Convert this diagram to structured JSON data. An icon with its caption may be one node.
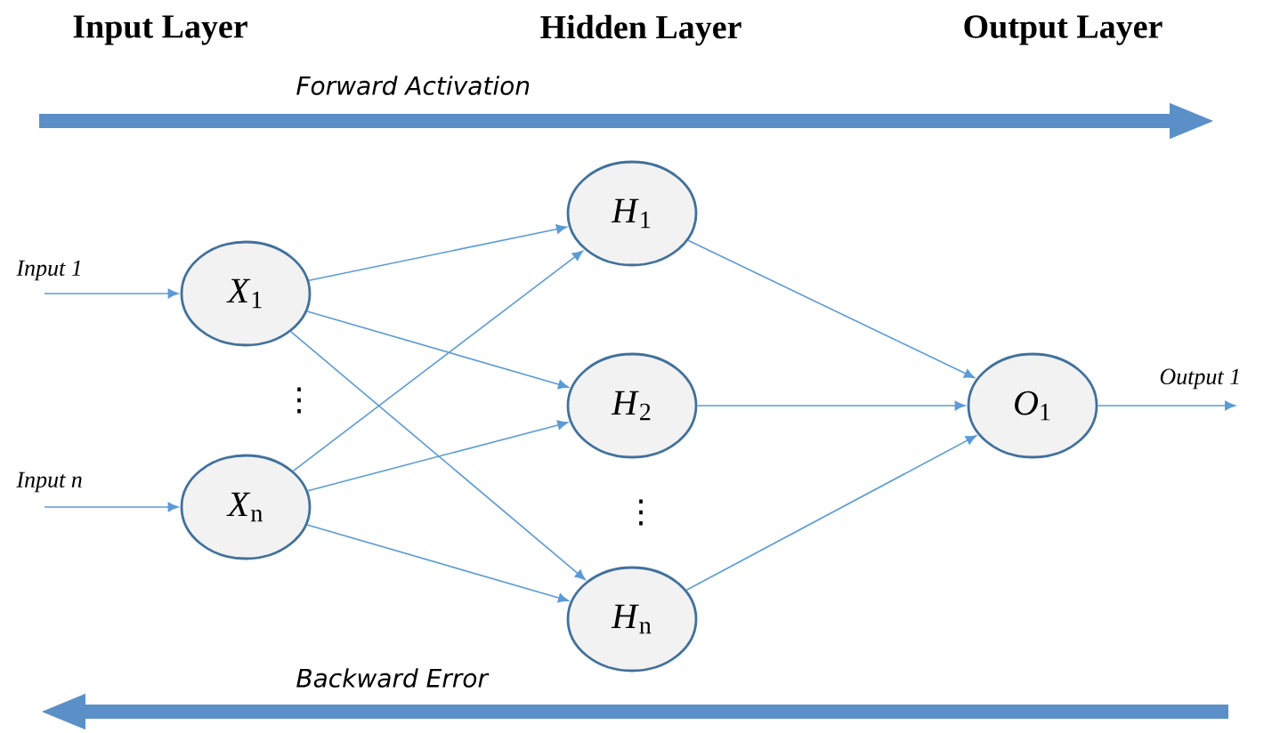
{
  "diagram": {
    "nodes": [
      {
        "text": [
          "*X*$_{1}$"
        ]
      },
      {
        "text": [
          "*X*$_{n}$"
        ]
      },
      {
        "text": [
          "*H*$_{1}$"
        ]
      },
      {
        "text": [
          "*H*$_{2}$"
        ]
      },
      {
        "text": [
          "*H*$_{n}$"
        ]
      },
      {
        "text": [
          "*O*$_{1}$"
        ]
      }
    ],
    "edges": [
      {
        "from": null,
        "to": 0,
        "arrow": "to",
        "label": "Input 1"
      },
      {
        "from": null,
        "to": 1,
        "arrow": "to",
        "label": "Input n"
      },
      {
        "from": 0,
        "to": 2,
        "arrow": "to"
      },
      {
        "from": 0,
        "to": 3,
        "arrow": "to"
      },
      {
        "from": 0,
        "to": 4,
        "arrow": "to"
      },
      {
        "from": 1,
        "to": 2,
        "arrow": "to"
      },
      {
        "from": 1,
        "to": 3,
        "arrow": "to"
      },
      {
        "from": 1,
        "to": 4,
        "arrow": "to"
      },
      {
        "from": 2,
        "to": 5,
        "arrow": "to"
      },
      {
        "from": 3,
        "to": 5,
        "arrow": "to"
      },
      {
        "from": 4,
        "to": 5,
        "arrow": "to"
      },
      {
        "from": 5,
        "to": null,
        "arrow": "to",
        "label": "Output 1"
      }
    ],
    "labels": [
      "Input Layer",
      "Hidden Layer",
      "Output Layer",
      "Forward Activation",
      "⋮",
      "⋮",
      "Backward Error"
    ]
  }
}
